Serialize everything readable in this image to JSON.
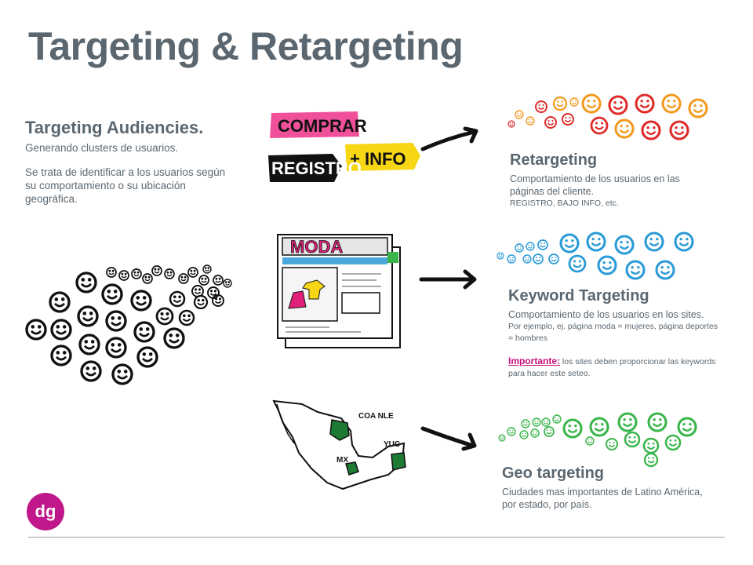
{
  "title": "Targeting & Retargeting",
  "intro": {
    "heading": "Targeting Audiencies.",
    "subtitle": "Generando clusters de usuarios.",
    "body": "Se trata de identificar a los usuarios según su comportamiento o su ubicación geográfica."
  },
  "tags": {
    "comprar": "COMPRAR",
    "info": "+ INFO",
    "registro": "REGISTRO"
  },
  "moda_page": {
    "brand": "MODA"
  },
  "map_labels": {
    "coa_nle": "COA NLE",
    "yuc": "YUC",
    "mx": "MX"
  },
  "retargeting": {
    "heading": "Retargeting",
    "text": "Comportamiento de los usuarios en las páginas del cliente.",
    "small": "REGISTRO, BAJO INFO, etc."
  },
  "keyword": {
    "heading": "Keyword Targeting",
    "text": "Comportamiento de los usuarios en los sites.",
    "small": "Por ejemplo, ej. página moda = mujeres, página deportes = hombres",
    "important_label": "Importante:",
    "important_text": " los sites deben proporcionar las keywords para hacer este seteo."
  },
  "geo": {
    "heading": "Geo targeting",
    "text": "Ciudades mas importantes de Latino América, por estado, por país."
  },
  "logo": {
    "text": "dg"
  },
  "colors": {
    "title_gray": "#5b6770",
    "magenta": "#c0188a",
    "pink_tag": "#f0509a",
    "yellow_tag": "#f6d615",
    "orange": "#f39a1e",
    "red": "#e02b2b",
    "blue": "#2a9ad8",
    "green": "#39b54a"
  }
}
